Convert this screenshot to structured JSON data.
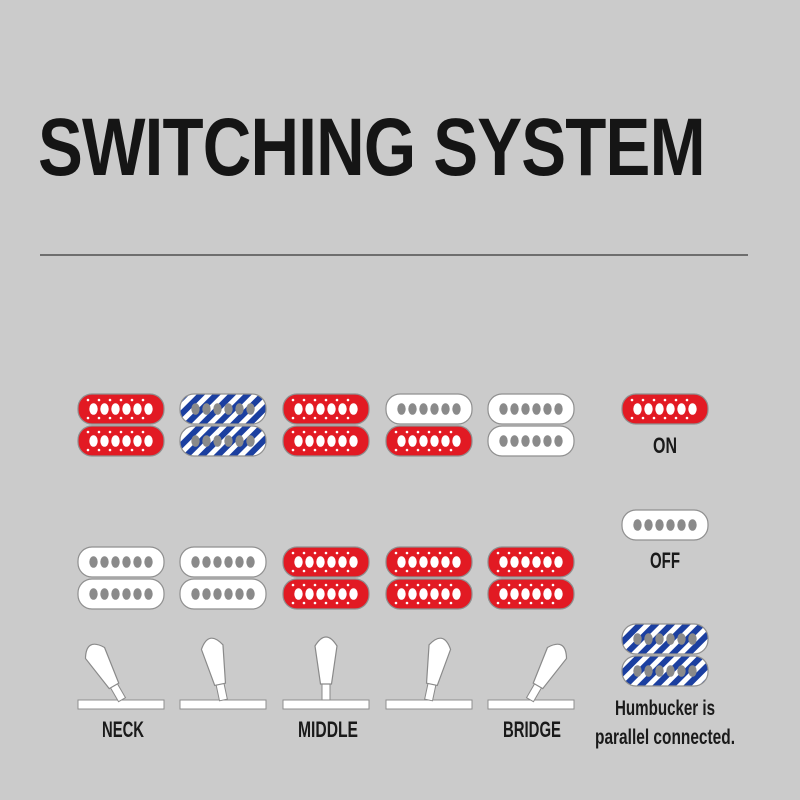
{
  "title": "SWITCHING SYSTEM",
  "colors": {
    "background": "#cbcbcb",
    "on": "#e21a23",
    "off": "#ffffff",
    "parallel": "#1b3fa0",
    "pole_on": "#ffffff",
    "pole_off": "#8a8a8a"
  },
  "positions": [
    {
      "label": "",
      "lever": "neck",
      "neck_pickup": "on",
      "neck_pickup_icon": "pickup-red-icon",
      "bridge_pickup": "off",
      "bridge_pickup_icon": "pickup-white-icon"
    },
    {
      "label": "",
      "lever": "neck-middle",
      "neck_pickup": "parallel",
      "neck_pickup_icon": "pickup-blue-striped-icon",
      "bridge_pickup": "off",
      "bridge_pickup_icon": "pickup-white-icon"
    },
    {
      "label": "",
      "lever": "middle",
      "neck_pickup": "on",
      "neck_pickup_icon": "pickup-red-icon",
      "bridge_pickup": "on",
      "bridge_pickup_icon": "pickup-red-icon"
    },
    {
      "label": "",
      "lever": "middle-bridge",
      "neck_pickup": "half",
      "neck_pickup_icon": "pickup-half-red-icon",
      "bridge_pickup": "on",
      "bridge_pickup_icon": "pickup-red-icon"
    },
    {
      "label": "",
      "lever": "bridge",
      "neck_pickup": "off",
      "neck_pickup_icon": "pickup-white-icon",
      "bridge_pickup": "on",
      "bridge_pickup_icon": "pickup-red-icon"
    }
  ],
  "switch_labels": {
    "neck": "NECK",
    "middle": "MIDDLE",
    "bridge": "BRIDGE"
  },
  "legend": {
    "on": "ON",
    "off": "OFF",
    "parallel_line1": "Humbucker is",
    "parallel_line2": "parallel connected."
  }
}
